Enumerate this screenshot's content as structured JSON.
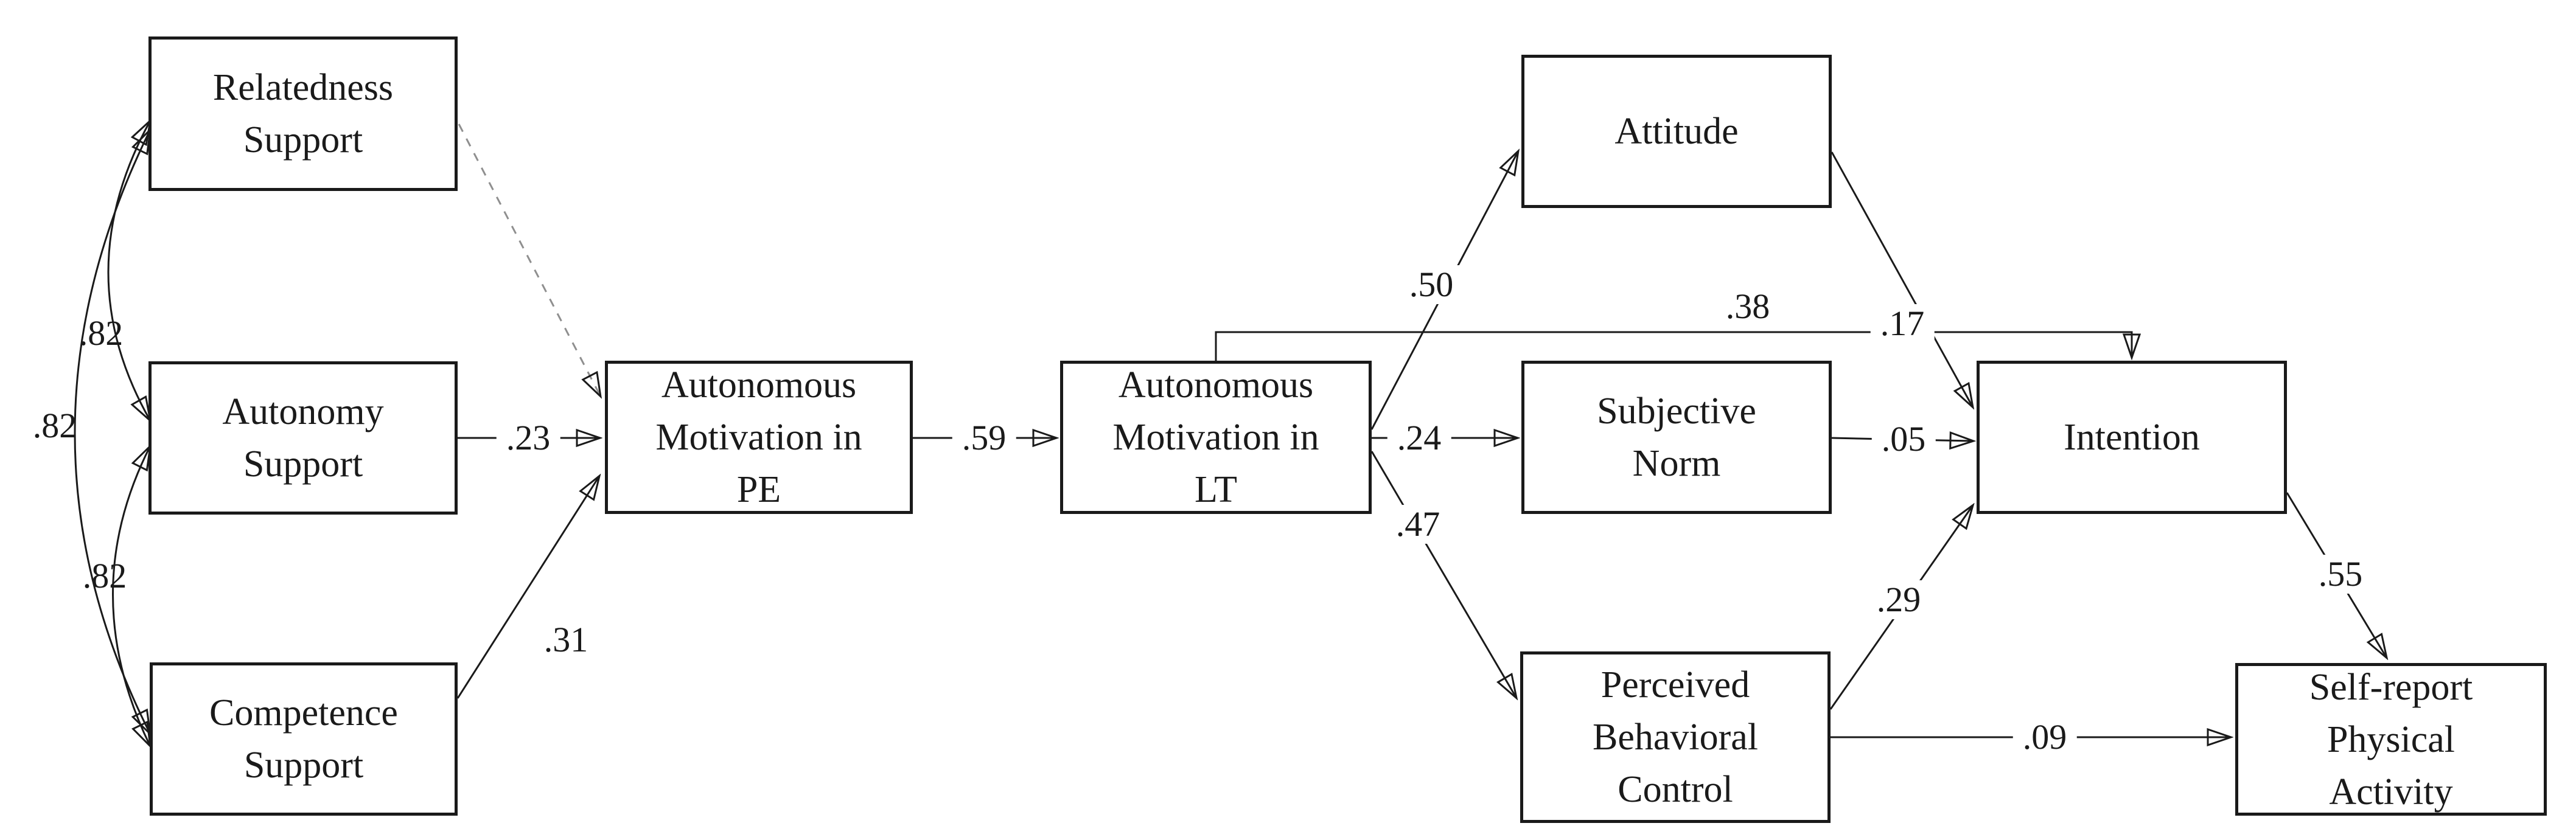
{
  "diagram": {
    "title": "",
    "colors": {
      "ink": "#1a1a1a",
      "nonsignificant_path": "#8f8f8f",
      "background": "#ffffff"
    },
    "nodes": {
      "relatedness_support": {
        "label": "Relatedness\nSupport"
      },
      "autonomy_support": {
        "label": "Autonomy\nSupport"
      },
      "competence_support": {
        "label": "Competence\nSupport"
      },
      "autonomous_motivation_pe": {
        "label": "Autonomous\nMotivation in\nPE"
      },
      "autonomous_motivation_lt": {
        "label": "Autonomous\nMotivation in\nLT"
      },
      "attitude": {
        "label": "Attitude"
      },
      "subjective_norm": {
        "label": "Subjective\nNorm"
      },
      "perceived_behavioral_control": {
        "label": "Perceived\nBehavioral\nControl"
      },
      "intention": {
        "label": "Intention"
      },
      "self_report_physical_activity": {
        "label": "Self-report\nPhysical\nActivity"
      }
    },
    "edges": [
      {
        "id": "relatedness-autonomy",
        "type": "correlation-double-arrow",
        "value": ".82"
      },
      {
        "id": "relatedness-competence",
        "type": "correlation-double-arrow",
        "value": ".82"
      },
      {
        "id": "autonomy-competence",
        "type": "correlation-double-arrow",
        "value": ".82"
      },
      {
        "id": "autonomy-to-pe",
        "type": "path-arrow",
        "value": ".23"
      },
      {
        "id": "relatedness-to-pe",
        "type": "path-arrow-dashed-nonsignificant",
        "value": ""
      },
      {
        "id": "competence-to-pe",
        "type": "path-arrow",
        "value": ".31"
      },
      {
        "id": "pe-to-lt",
        "type": "path-arrow",
        "value": ".59"
      },
      {
        "id": "lt-to-attitude",
        "type": "path-arrow",
        "value": ".50"
      },
      {
        "id": "lt-to-subjective-norm",
        "type": "path-arrow",
        "value": ".24"
      },
      {
        "id": "lt-to-pbc",
        "type": "path-arrow",
        "value": ".47"
      },
      {
        "id": "lt-to-intention",
        "type": "path-arrow",
        "value": ".38"
      },
      {
        "id": "attitude-to-intention",
        "type": "path-arrow",
        "value": ".17"
      },
      {
        "id": "subjective-norm-to-intention",
        "type": "path-arrow",
        "value": ".05"
      },
      {
        "id": "pbc-to-intention",
        "type": "path-arrow",
        "value": ".29"
      },
      {
        "id": "pbc-to-self-report-pa",
        "type": "path-arrow",
        "value": ".09"
      },
      {
        "id": "intention-to-self-report-pa",
        "type": "path-arrow",
        "value": ".55"
      }
    ]
  }
}
